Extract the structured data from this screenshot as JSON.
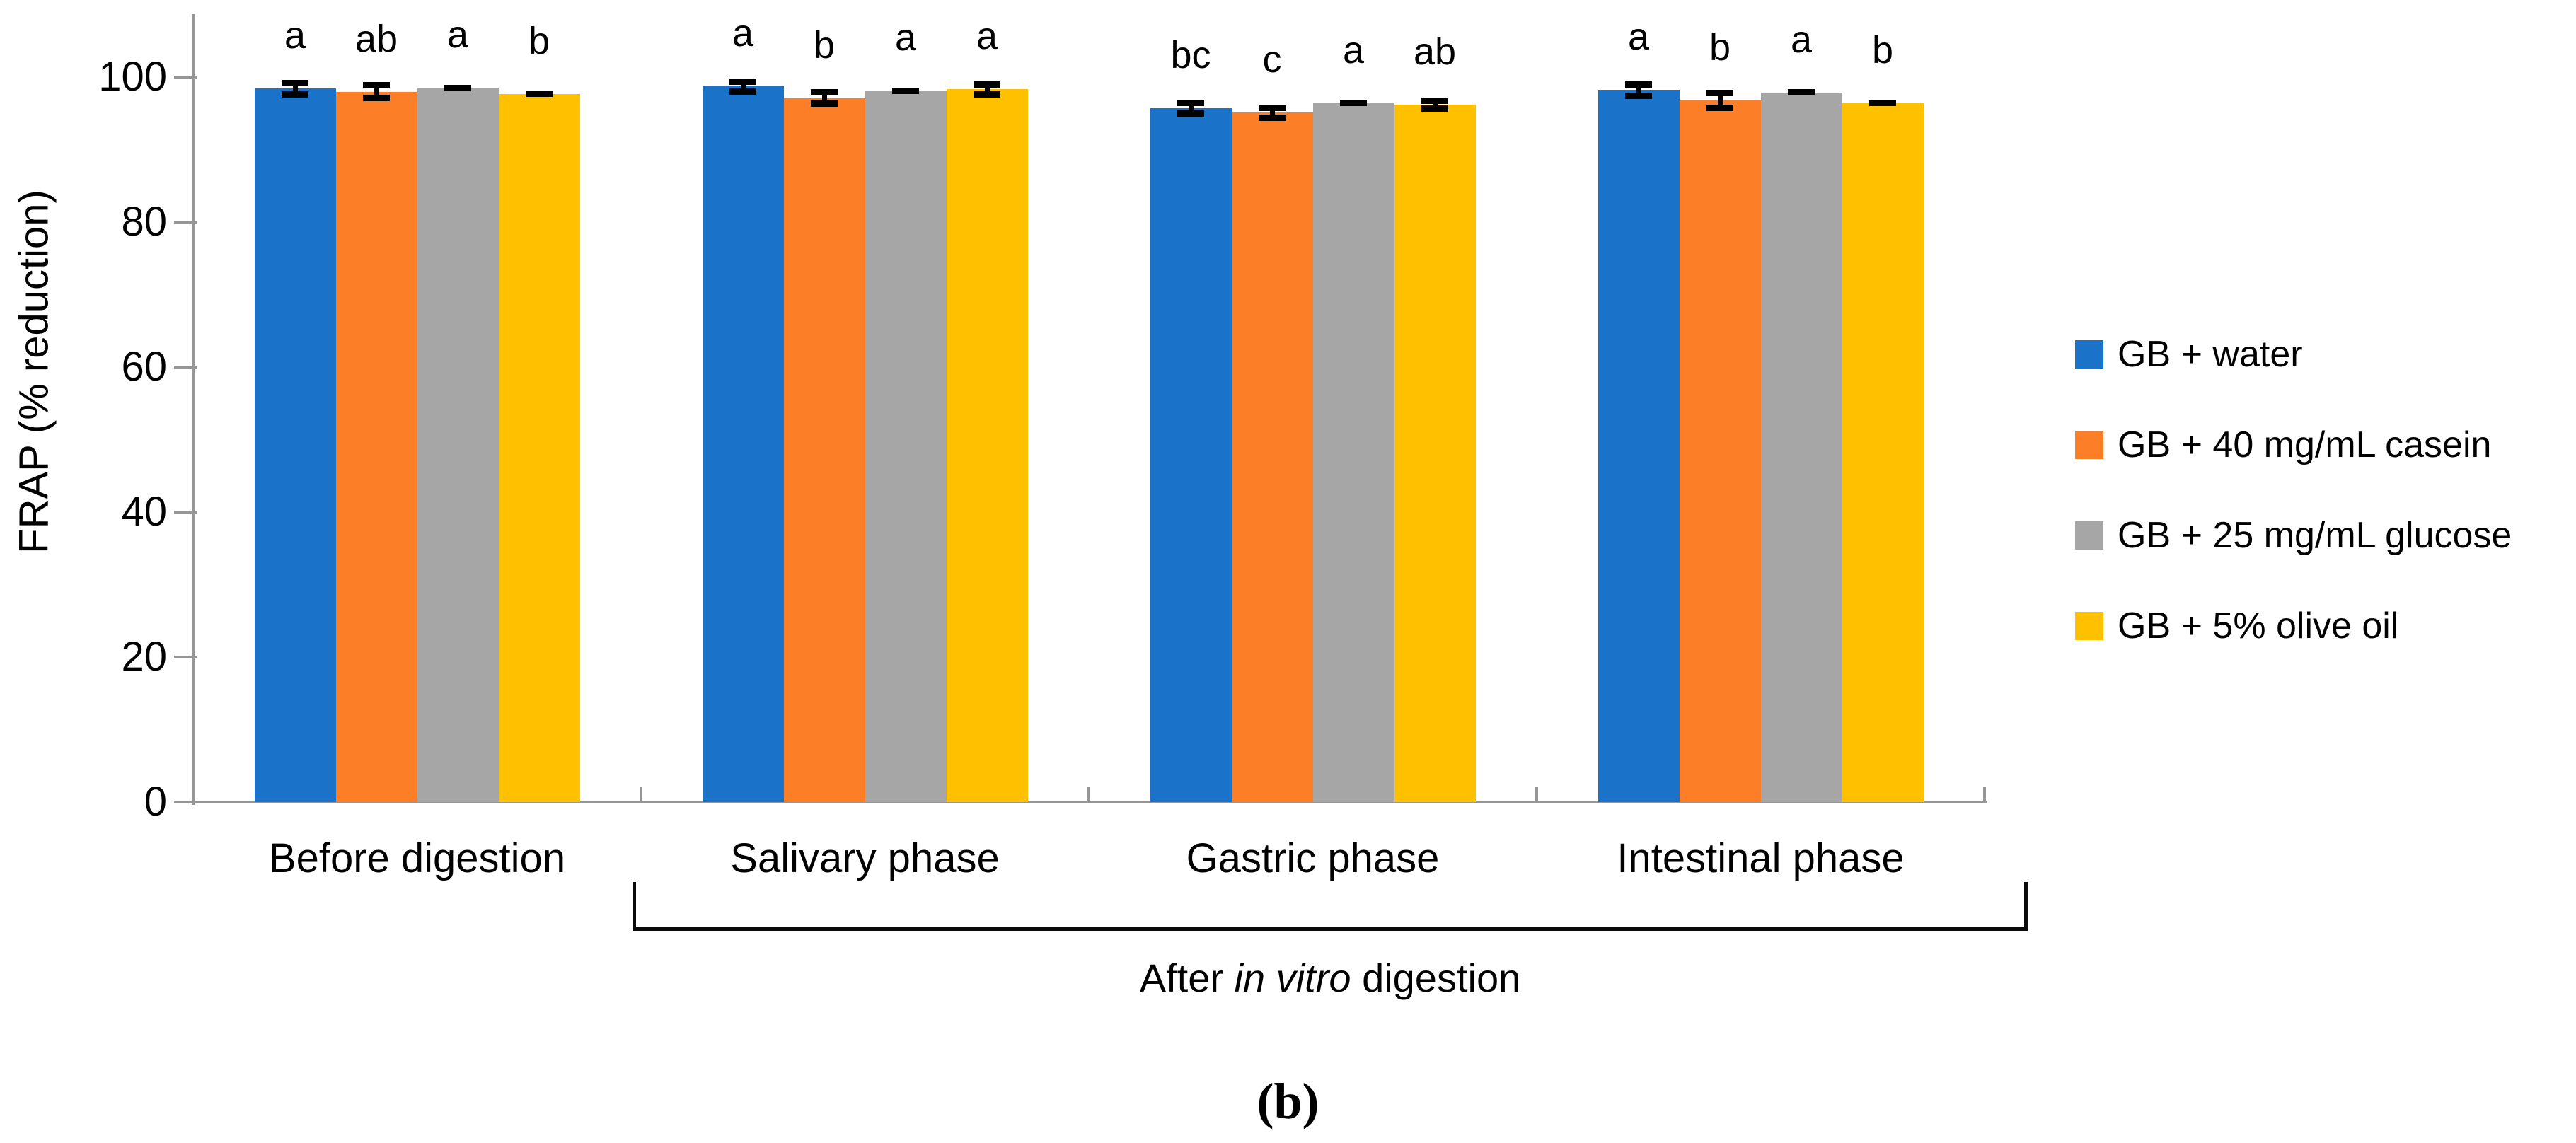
{
  "chart_data": {
    "type": "bar",
    "title": "",
    "xlabel": "",
    "ylabel": "FRAP (% reduction)",
    "ylim": [
      0,
      100
    ],
    "yticks": [
      0,
      20,
      40,
      60,
      80,
      100
    ],
    "grid": false,
    "legend_position": "right-middle",
    "categories": [
      "Before digestion",
      "Salivary phase",
      "Gastric phase",
      "Intestinal phase"
    ],
    "series": [
      {
        "name": "GB + water",
        "color": "#1A73C9",
        "values": [
          98.4,
          98.7,
          95.7,
          98.2
        ],
        "errors": [
          0.8,
          0.7,
          0.7,
          0.8
        ]
      },
      {
        "name": "GB + 40 mg/mL casein",
        "color": "#FC7E26",
        "values": [
          98.0,
          97.1,
          95.1,
          96.8
        ],
        "errors": [
          0.9,
          0.8,
          0.7,
          1.0
        ]
      },
      {
        "name": "GB + 25 mg/mL glucose",
        "color": "#A6A6A6",
        "values": [
          98.5,
          98.1,
          96.4,
          97.9
        ],
        "errors": [
          0.15,
          0.2,
          0.2,
          0.2
        ]
      },
      {
        "name": "GB + 5% olive oil",
        "color": "#FFC000",
        "values": [
          97.7,
          98.3,
          96.2,
          96.4
        ],
        "errors": [
          0.2,
          0.7,
          0.5,
          0.2
        ]
      }
    ],
    "significance_letters": [
      [
        "a",
        "ab",
        "a",
        "b"
      ],
      [
        "a",
        "b",
        "a",
        "a"
      ],
      [
        "bc",
        "c",
        "a",
        "ab"
      ],
      [
        "a",
        "b",
        "a",
        "b"
      ]
    ],
    "bracket": {
      "from_category": 1,
      "to_category": 3,
      "label_prefix": "After ",
      "label_italic": "in vitro",
      "label_suffix": " digestion"
    },
    "axis_color": "#969696",
    "error_bar_color": "#000000"
  },
  "caption": {
    "text": "(b)"
  }
}
